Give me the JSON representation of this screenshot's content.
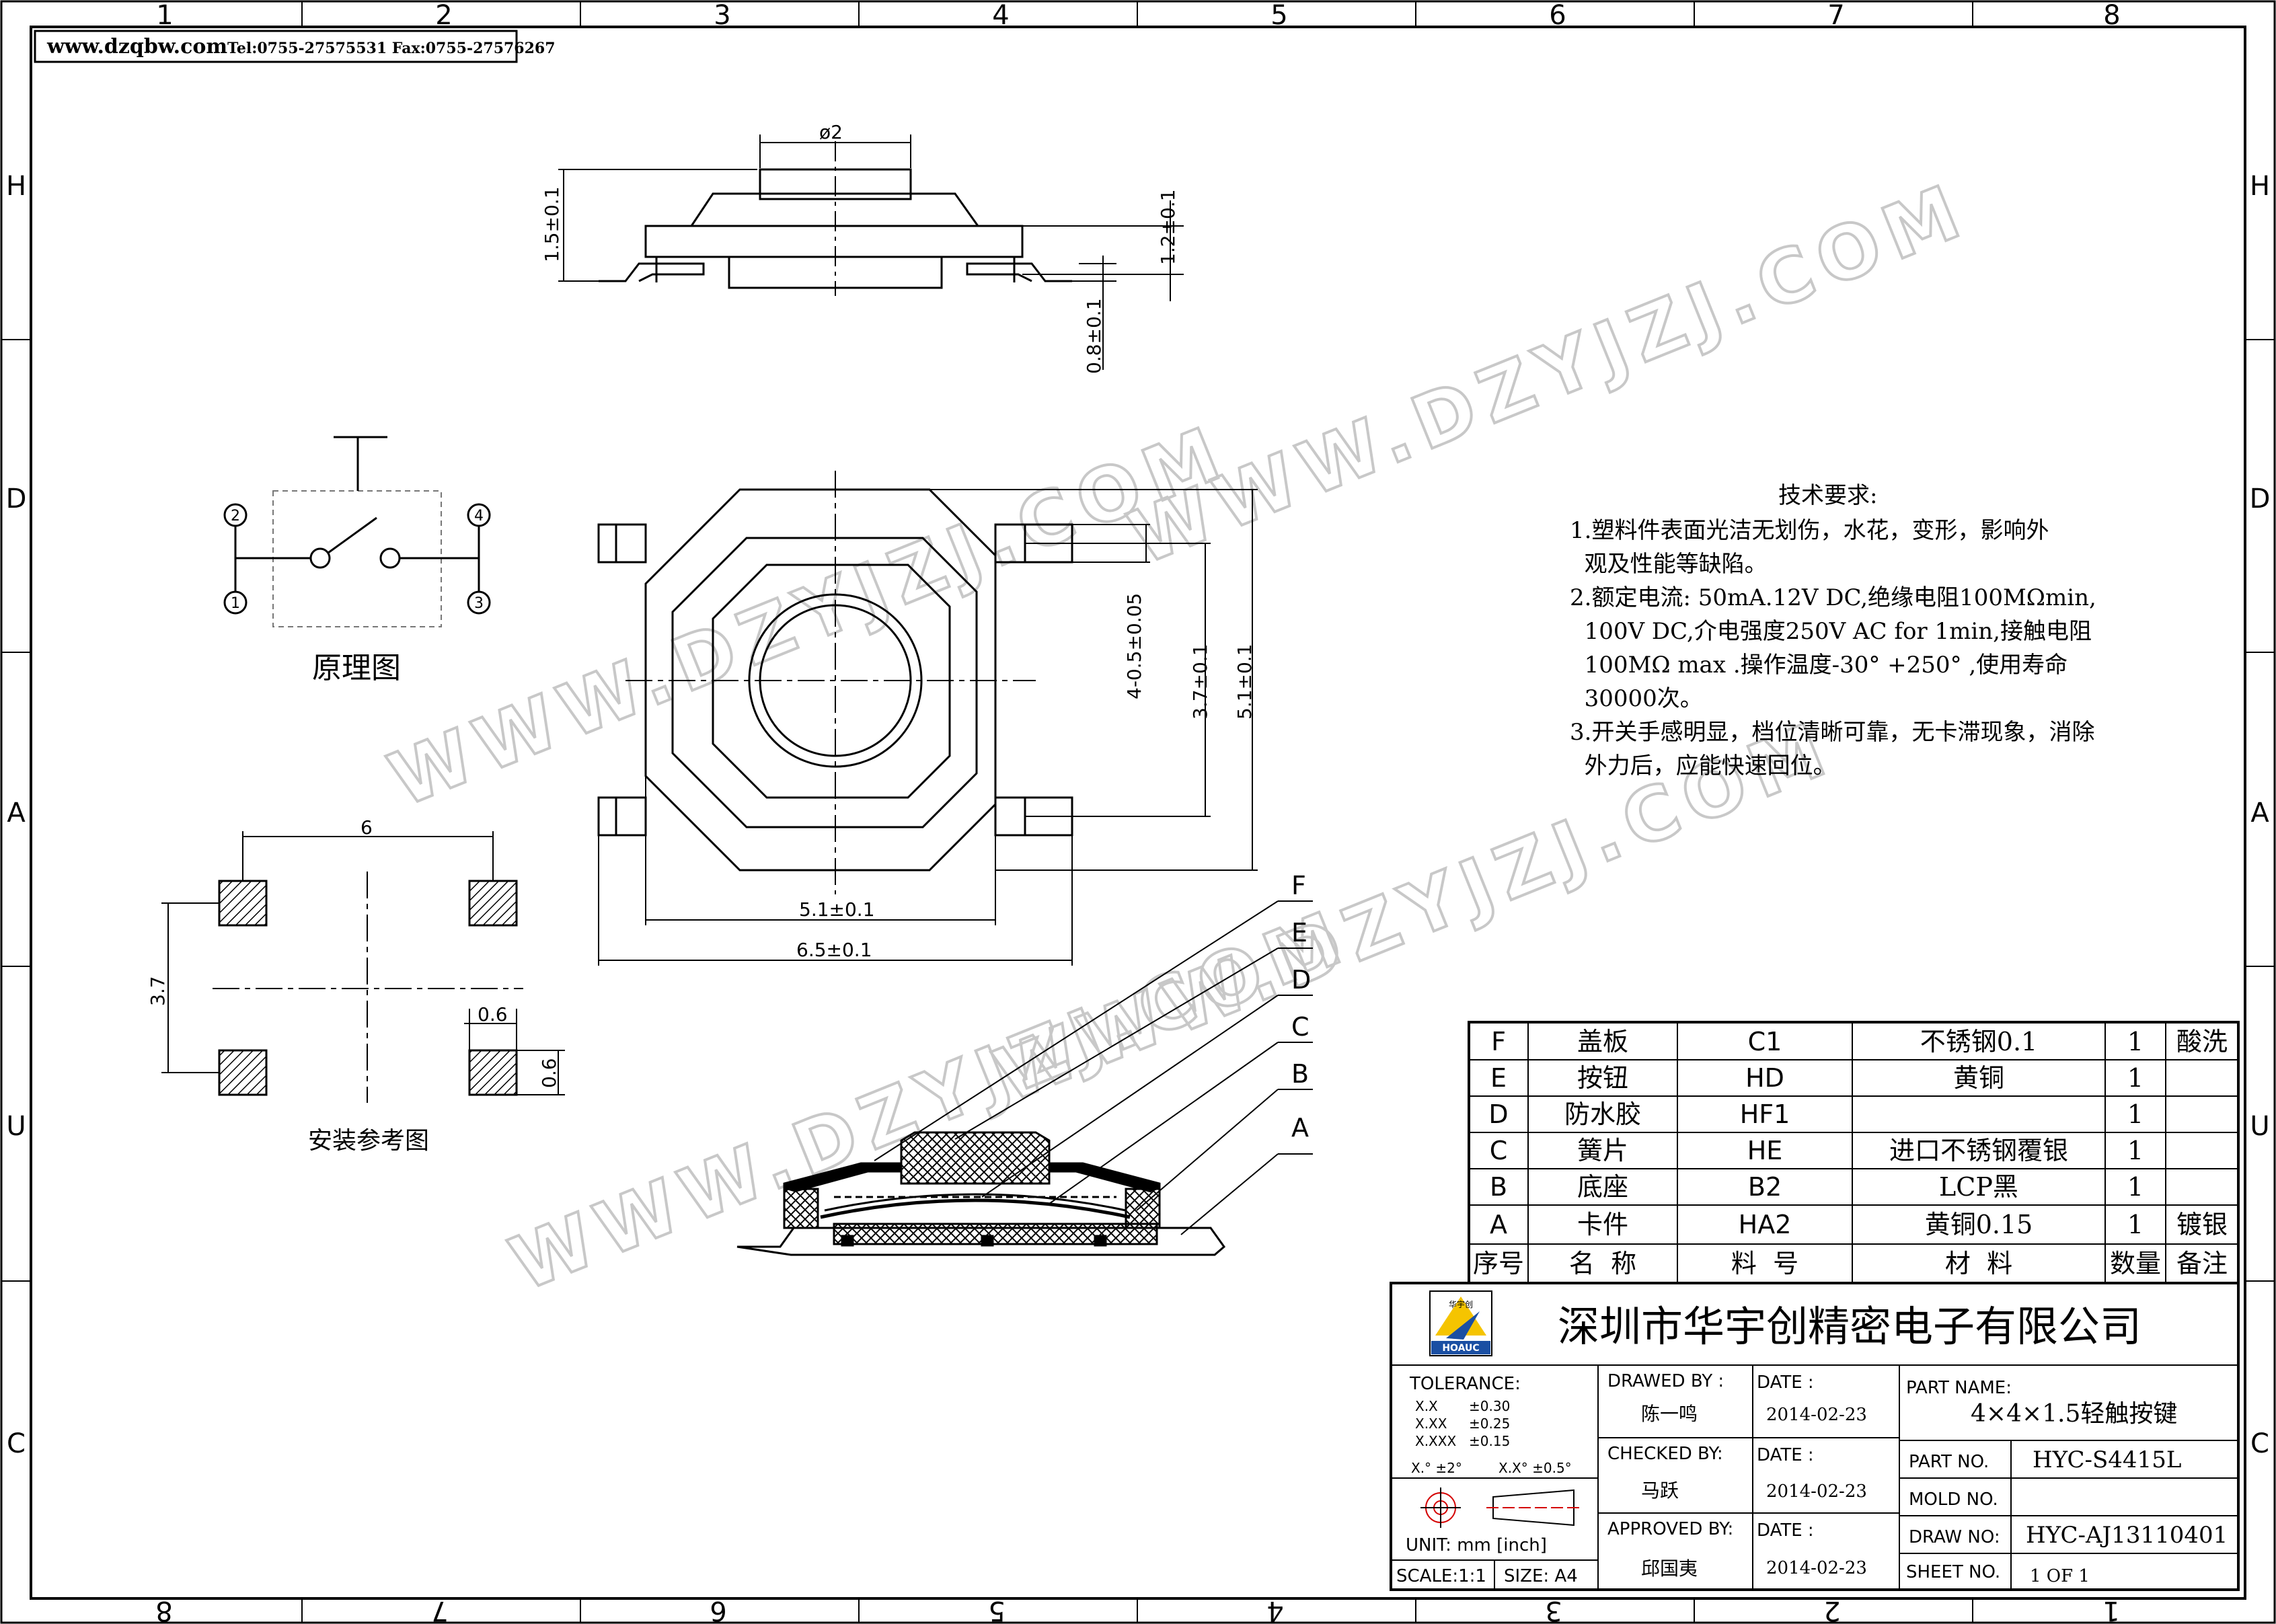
{
  "header": {
    "website": "www.dzqbw.com",
    "contact": "Tel:0755-27575531  Fax:0755-27576267"
  },
  "frame": {
    "top_numbers": [
      "1",
      "2",
      "3",
      "4",
      "5",
      "6",
      "7",
      "8"
    ],
    "bottom_numbers": [
      "8",
      "7",
      "6",
      "5",
      "4",
      "3",
      "2",
      "1"
    ],
    "left_letters": [
      "H",
      "D",
      "A",
      "U",
      "C"
    ],
    "right_letters": [
      "H",
      "D",
      "A",
      "U",
      "C"
    ]
  },
  "watermarks": [
    "WWW.DZYJZJ.COM",
    "WWW.DZYJZJ.COM",
    "WWW.DZYJZJ.COM",
    "WWW.DZYJZJ.COM",
    "WWW.DZYJZJ.COM"
  ],
  "side_view": {
    "dia": "ø2",
    "h_total": "1.5±0.1",
    "h_body": "1.2±0.1",
    "h_base": "0.8±0.1"
  },
  "schematic": {
    "title": "原理图",
    "pins": [
      "2",
      "1",
      "4",
      "3"
    ]
  },
  "top_view": {
    "dim_hole": "4-0.5±0.05",
    "dim_37": "3.7±0.1",
    "dim_51v": "5.1±0.1",
    "dim_51h": "5.1±0.1",
    "dim_65": "6.5±0.1"
  },
  "footprint": {
    "title": "安装参考图",
    "dim_6": "6",
    "dim_37": "3.7",
    "dim_06a": "0.6",
    "dim_06b": "0.6"
  },
  "requirements": {
    "title": "技术要求:",
    "lines": [
      "1.塑料件表面光洁无划伤，水花，变形，影响外",
      "  观及性能等缺陷。",
      "2.额定电流: 50mA.12V DC,绝缘电阻100MΩmin,",
      "  100V DC,介电强度250V AC for 1min,接触电阻",
      "  100MΩ max .操作温度-30° +250° ,使用寿命",
      "  30000次。",
      "3.开关手感明显，档位清晰可靠，无卡滞现象，消除",
      "  外力后，应能快速回位。"
    ]
  },
  "section_labels": [
    "F",
    "E",
    "D",
    "C",
    "B",
    "A"
  ],
  "bom": {
    "rows": [
      {
        "id": "F",
        "name": "盖板",
        "code": "C1",
        "material": "不锈钢0.1",
        "qty": "1",
        "note": "酸洗"
      },
      {
        "id": "E",
        "name": "按钮",
        "code": "HD",
        "material": "黄铜",
        "qty": "1",
        "note": ""
      },
      {
        "id": "D",
        "name": "防水胶",
        "code": "HF1",
        "material": "",
        "qty": "1",
        "note": ""
      },
      {
        "id": "C",
        "name": "簧片",
        "code": "HE",
        "material": "进口不锈钢覆银",
        "qty": "1",
        "note": ""
      },
      {
        "id": "B",
        "name": "底座",
        "code": "B2",
        "material": "LCP黑",
        "qty": "1",
        "note": ""
      },
      {
        "id": "A",
        "name": "卡件",
        "code": "HA2",
        "material": "黄铜0.15",
        "qty": "1",
        "note": "镀银"
      }
    ],
    "header": {
      "id": "序号",
      "name": "名  称",
      "code": "料  号",
      "material": "材  料",
      "qty": "数量",
      "note": "备注"
    }
  },
  "title_block": {
    "logo_text": "HOAUC",
    "logo_top": "华宇创",
    "company": "深圳市华宇创精密电子有限公司",
    "tolerance_label": "TOLERANCE:",
    "tol_x": "X.X",
    "tol_x_val": "±0.30",
    "tol_xx": "X.XX",
    "tol_xx_val": "±0.25",
    "tol_xxx": "X.XXX",
    "tol_xxx_val": "±0.15",
    "ang1": "X.° ±2°",
    "ang2": "X.X° ±0.5°",
    "unit": "UNIT: mm [inch]",
    "scale": "SCALE:1:1",
    "size": "SIZE: A4",
    "drawed_by": "DRAWED BY :",
    "drawer": "陈一鸣",
    "checked_by": "CHECKED BY:",
    "checker": "马跃",
    "approved_by": "APPROVED BY:",
    "approver": "邱国夷",
    "date_label": "DATE :",
    "date1": "2014-02-23",
    "date2": "2014-02-23",
    "date3": "2014-02-23",
    "part_name_label": "PART NAME:",
    "part_name": "4×4×1.5轻触按键",
    "part_no_label": "PART NO.",
    "part_no": "HYC-S4415L",
    "mold_no_label": "MOLD NO.",
    "mold_no": "",
    "draw_no_label": "DRAW NO:",
    "draw_no": "HYC-AJ13110401",
    "sheet_no_label": "SHEET NO.",
    "sheet_no": "1 OF 1"
  },
  "colors": {
    "line": "#000000",
    "logo_yellow": "#f5c400",
    "logo_blue": "#1a4fa3",
    "symbol_red": "#d40000",
    "watermark": "#cfcfcf"
  }
}
